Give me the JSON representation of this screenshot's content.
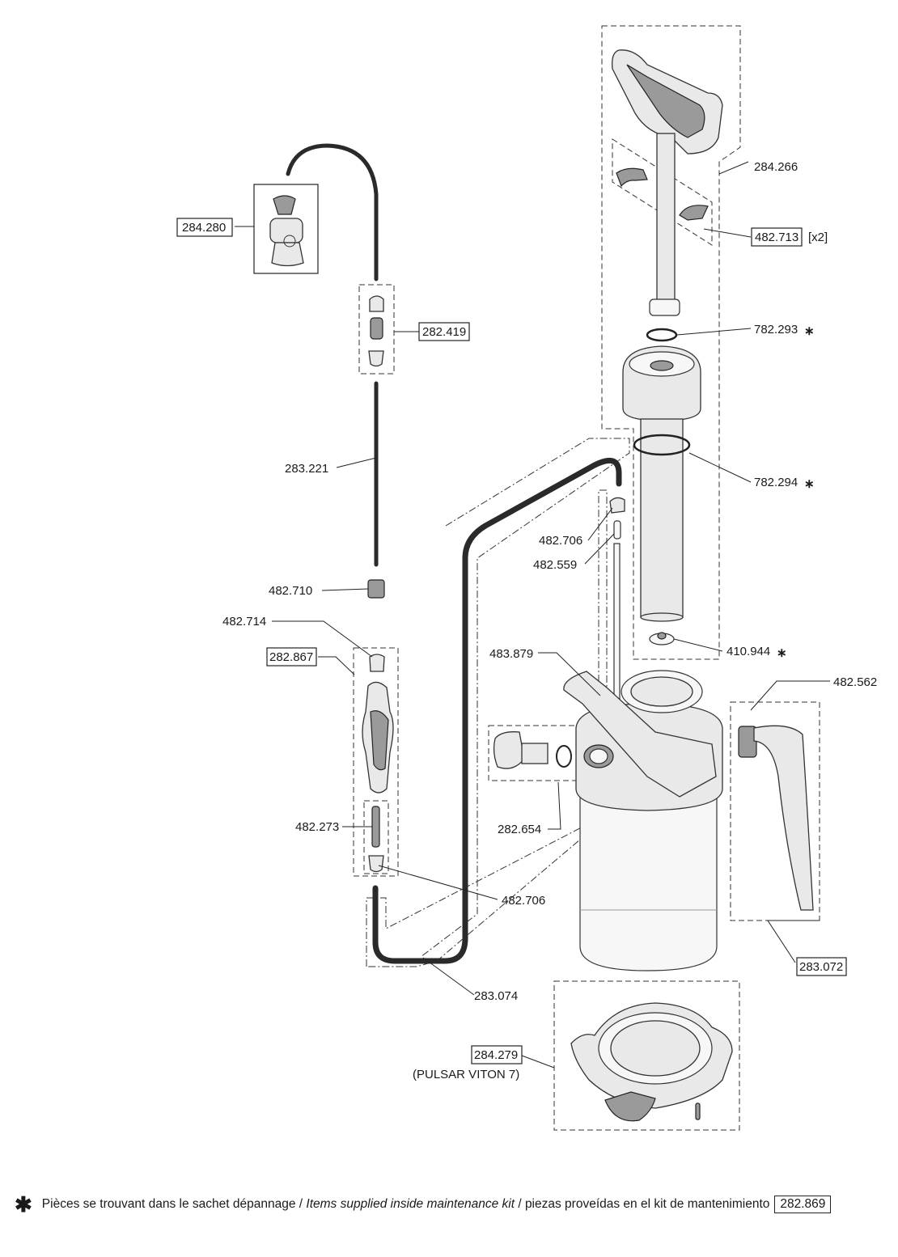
{
  "labels": {
    "p284266": "284.266",
    "p482713": "482.713",
    "x2": "[x2]",
    "p782293": "782.293",
    "p782294": "782.294",
    "p410944": "410.944",
    "p284280": "284.280",
    "p282419": "282.419",
    "p283221": "283.221",
    "p482706a": "482.706",
    "p482559": "482.559",
    "p482710": "482.710",
    "p482714": "482.714",
    "p282867": "282.867",
    "p483879": "483.879",
    "p482562": "482.562",
    "p282654": "282.654",
    "p482273": "482.273",
    "p482706b": "482.706",
    "p283072": "283.072",
    "p283074": "283.074",
    "p284279": "284.279",
    "pulsar": "(PULSAR VITON 7)"
  },
  "star": "∗",
  "footnote": {
    "star": "✱",
    "fr": "Pièces se trouvant dans le sachet dépannage /",
    "en": "Items supplied inside maintenance kit",
    "es": "/ piezas proveídas en el kit de mantenimiento",
    "kit_code": "282.869"
  }
}
